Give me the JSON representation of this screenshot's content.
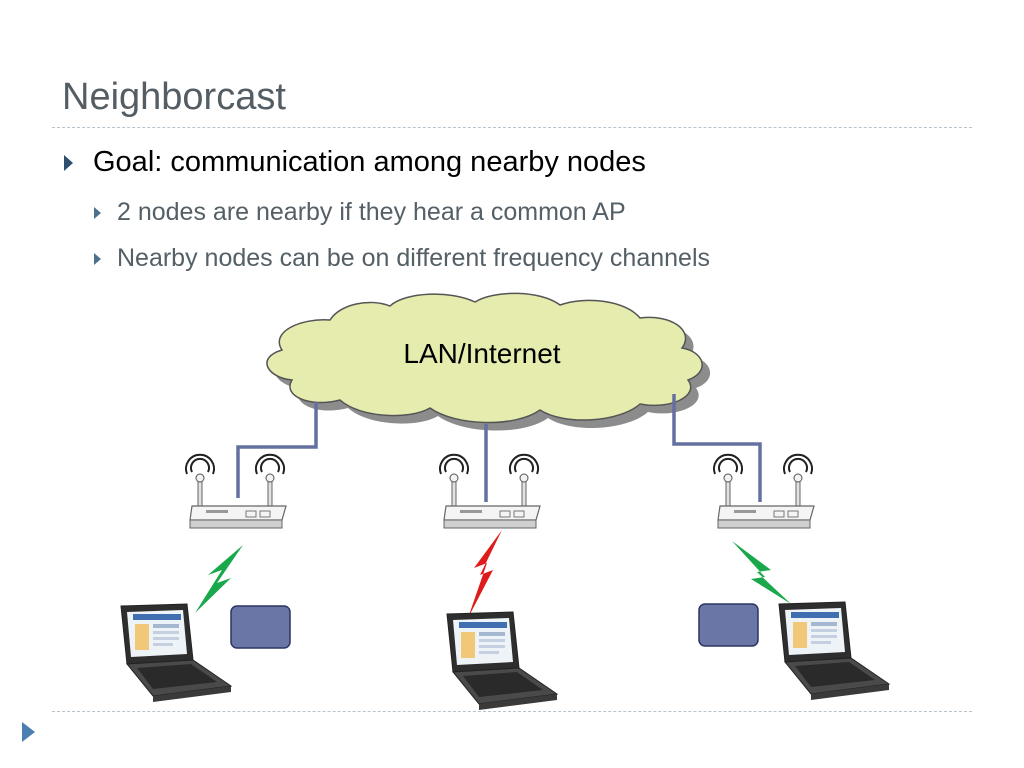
{
  "slide": {
    "title": "Neighborcast",
    "bullets": [
      {
        "text": "Goal: communication among nearby nodes",
        "level": 1
      },
      {
        "text": "2 nodes are nearby if they hear a common AP",
        "level": 2
      },
      {
        "text": "Nearby nodes can be on different frequency channels",
        "level": 2
      }
    ]
  },
  "diagram": {
    "cloud_label": "LAN/Internet",
    "colors": {
      "cloud_fill": "#e6ecae",
      "cloud_shadow": "#8c8c8c",
      "wire": "#6470a0",
      "link_green": "#1aa84c",
      "link_red": "#e01b1b",
      "node_box": "#6a76a6"
    },
    "icons": [
      "cloud-icon",
      "access-point-icon",
      "laptop-icon",
      "wireless-link-icon",
      "node-box-icon"
    ]
  }
}
